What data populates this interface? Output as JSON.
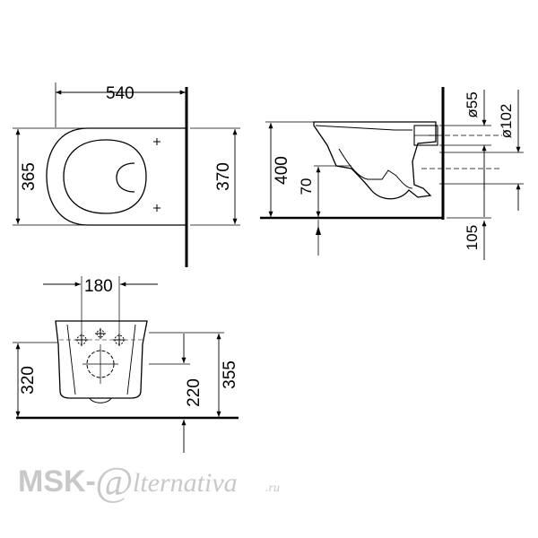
{
  "dimensions": {
    "top_view": {
      "width": "540",
      "depth_left": "365",
      "depth_right": "370"
    },
    "side_view": {
      "height": "400",
      "inlet_offset": "70",
      "drain_diameter": "ø55",
      "outlet_diameter": "ø102",
      "drain_height": "105"
    },
    "front_view": {
      "bolt_spacing": "180",
      "height_left": "320",
      "height_right": "355",
      "bolt_height": "220"
    }
  },
  "watermark": {
    "prefix": "MSK-",
    "at": "@",
    "suffix": "lternativa",
    "tld": ".ru"
  },
  "colors": {
    "line": "#000000",
    "watermark": "#c8c8c8",
    "background": "#ffffff"
  }
}
